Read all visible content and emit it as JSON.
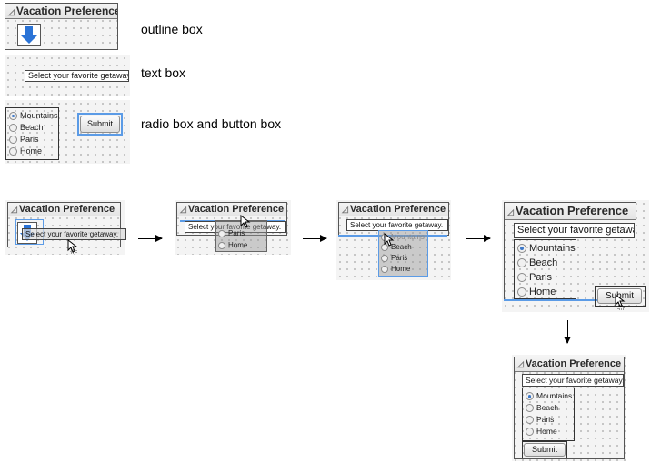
{
  "outline_title": "Vacation Preference",
  "text_prompt": "Select your favorite getaway.",
  "radio_options": [
    "Mountains",
    "Beach",
    "Paris",
    "Home"
  ],
  "selected_option": "Mountains",
  "button_label": "Submit",
  "legend": {
    "outline_box": "outline box",
    "text_box": "text box",
    "radio_button_box": "radio box and button box"
  },
  "colors": {
    "selection_blue": "#5b9be6",
    "panel_background": "#f4f4f4",
    "radio_selected": "#3d78c8"
  },
  "icons": [
    "down-arrow-icon",
    "mouse-pointer-icon",
    "drag-arrow-icon"
  ]
}
